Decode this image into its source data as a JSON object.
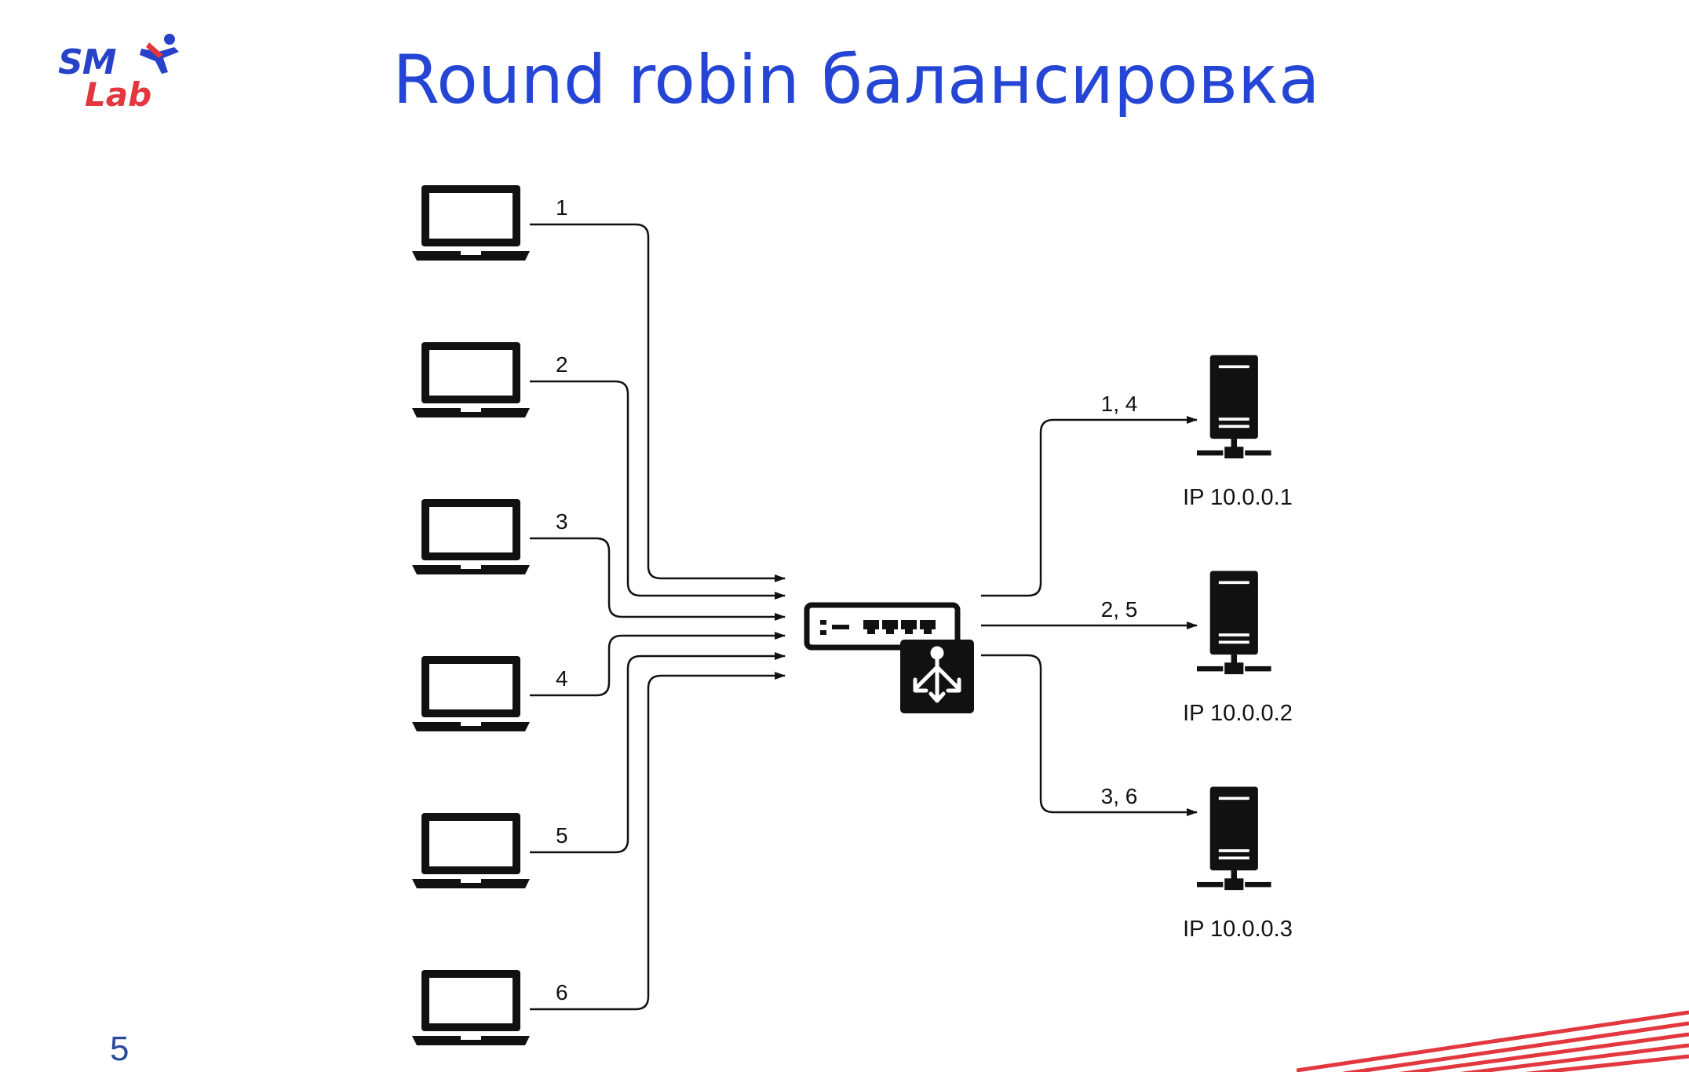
{
  "slide": {
    "title": "Round robin балансировка",
    "page_number": "5",
    "logo": {
      "line1": "SM",
      "line2": "Lab",
      "icon": "runner-icon"
    }
  },
  "colors": {
    "title": "#2545d4",
    "logo_blue": "#2742c8",
    "logo_red": "#e2373f",
    "stripes": "#e2373f",
    "page_number": "#2b4a9c"
  },
  "diagram": {
    "clients": [
      {
        "label": "1",
        "icon": "laptop-icon"
      },
      {
        "label": "2",
        "icon": "laptop-icon"
      },
      {
        "label": "3",
        "icon": "laptop-icon"
      },
      {
        "label": "4",
        "icon": "laptop-icon"
      },
      {
        "label": "5",
        "icon": "laptop-icon"
      },
      {
        "label": "6",
        "icon": "laptop-icon"
      }
    ],
    "balancer": {
      "icon": "load-balancer-icon"
    },
    "servers": [
      {
        "ip": "IP 10.0.0.1",
        "requests": "1, 4",
        "icon": "server-icon"
      },
      {
        "ip": "IP 10.0.0.2",
        "requests": "2, 5",
        "icon": "server-icon"
      },
      {
        "ip": "IP 10.0.0.3",
        "requests": "3, 6",
        "icon": "server-icon"
      }
    ]
  }
}
